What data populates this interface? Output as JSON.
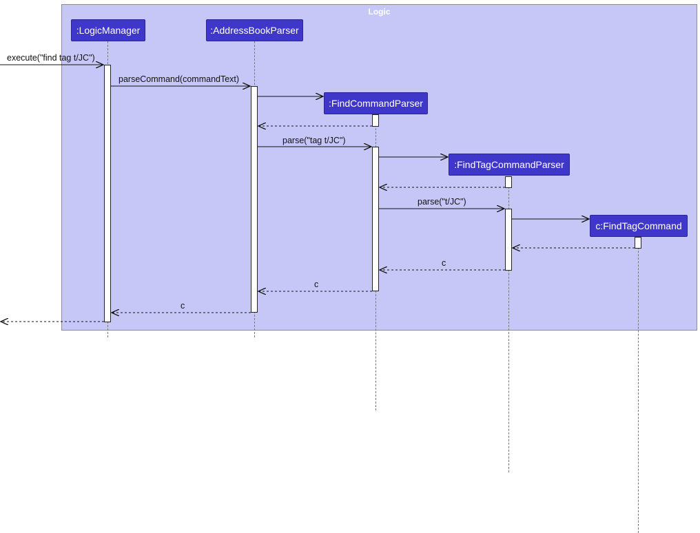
{
  "frame": {
    "title": "Logic"
  },
  "participants": {
    "logic_manager": ":LogicManager",
    "address_book_parser": ":AddressBookParser",
    "find_command_parser": ":FindCommandParser",
    "find_tag_command_parser": ":FindTagCommandParser",
    "find_tag_command": "c:FindTagCommand"
  },
  "messages": {
    "execute": "execute(\"find tag t/JC\")",
    "parse_command": "parseCommand(commandText)",
    "parse_tag": "parse(\"tag t/JC\")",
    "parse_t": "parse(\"t/JC\")",
    "return_c_1": "c",
    "return_c_2": "c",
    "return_c_3": "c"
  },
  "colors": {
    "frame_bg": "#c7c7f7",
    "participant_bg": "#3f37c9",
    "participant_text": "#ffffff"
  }
}
